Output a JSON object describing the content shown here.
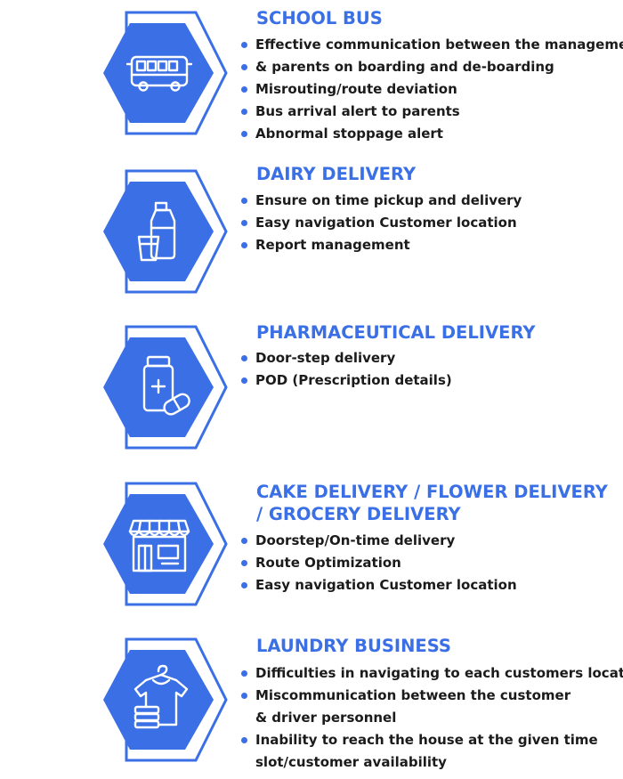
{
  "colors": {
    "accent": "#3a6fe6",
    "text": "#1b1b1b",
    "icon": "#ffffff"
  },
  "sections": [
    {
      "icon": "school-bus-icon",
      "title": "SCHOOL BUS",
      "items": [
        "Effective communication  between the management",
        "& parents on boarding and de-boarding",
        "Misrouting/route deviation",
        "Bus arrival alert to parents",
        "Abnormal stoppage alert"
      ]
    },
    {
      "icon": "milk-bottle-icon",
      "title": "DAIRY DELIVERY",
      "items": [
        "Ensure on time pickup and delivery",
        "Easy navigation Customer location",
        "Report management"
      ]
    },
    {
      "icon": "medicine-bottle-icon",
      "title": "PHARMACEUTICAL DELIVERY",
      "items": [
        "Door-step delivery",
        "POD (Prescription details)"
      ]
    },
    {
      "icon": "storefront-icon",
      "title_line1": "CAKE DELIVERY / FLOWER DELIVERY",
      "title_line2": "/ GROCERY DELIVERY",
      "items": [
        "Doorstep/On-time delivery",
        "Route Optimization",
        "Easy navigation Customer location"
      ]
    },
    {
      "icon": "laundry-shirt-icon",
      "title": "LAUNDRY BUSINESS",
      "items": [
        "Difficulties in navigating to each customers location",
        "Miscommunication between the customer",
        "& driver personnel",
        "Inability to reach the house at the given time",
        "slot/customer availability"
      ]
    }
  ]
}
